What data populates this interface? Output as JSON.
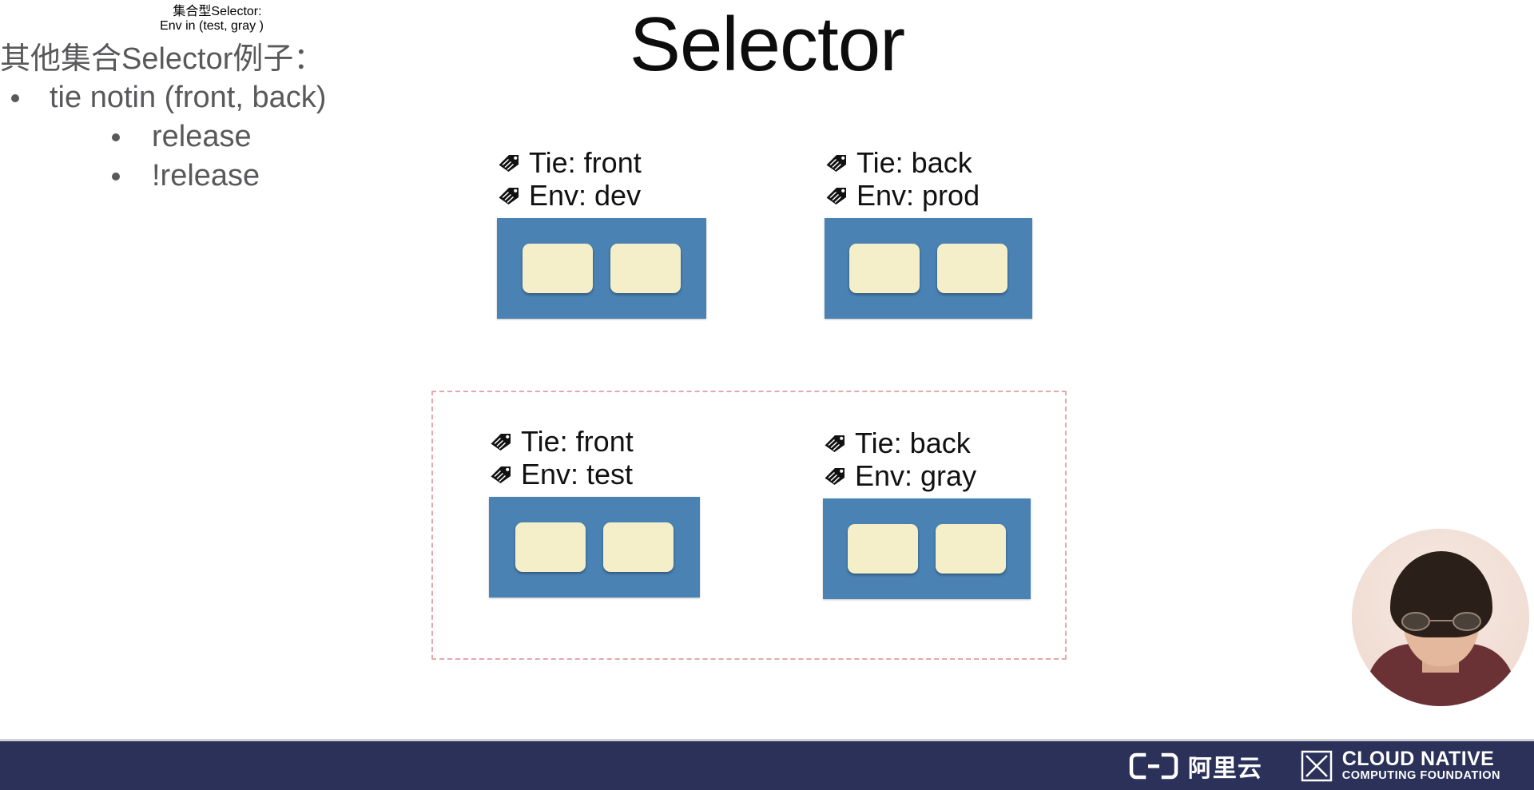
{
  "slide": {
    "title": "Selector",
    "background_color": "#ffffff",
    "text_color": "#59595b"
  },
  "left_panel": {
    "set_selector": {
      "heading": "集合型Selector:",
      "expression": "Env in (test, gray )"
    },
    "other_examples": {
      "heading": "其他集合Selector例子：",
      "bullets": [
        {
          "level": 1,
          "text": "tie notin (front, back)"
        },
        {
          "level": 2,
          "text": "release"
        },
        {
          "level": 2,
          "text": "!release"
        }
      ]
    }
  },
  "pod_groups": [
    {
      "id": "front-dev",
      "labels": [
        {
          "icon": "tag-icon",
          "text": "Tie: front"
        },
        {
          "icon": "tag-icon",
          "text": "Env: dev"
        }
      ],
      "box_color": "#4a82b4",
      "pod_color": "#f4efc8",
      "pod_count": 2,
      "highlighted": false
    },
    {
      "id": "back-prod",
      "labels": [
        {
          "icon": "tag-icon",
          "text": "Tie: back"
        },
        {
          "icon": "tag-icon",
          "text": "Env: prod"
        }
      ],
      "box_color": "#4a82b4",
      "pod_color": "#f4efc8",
      "pod_count": 2,
      "highlighted": false
    },
    {
      "id": "front-test",
      "labels": [
        {
          "icon": "tag-icon",
          "text": "Tie: front"
        },
        {
          "icon": "tag-icon",
          "text": "Env: test"
        }
      ],
      "box_color": "#4a82b4",
      "pod_color": "#f4efc8",
      "pod_count": 2,
      "highlighted": true
    },
    {
      "id": "back-gray",
      "labels": [
        {
          "icon": "tag-icon",
          "text": "Tie: back"
        },
        {
          "icon": "tag-icon",
          "text": "Env: gray"
        }
      ],
      "box_color": "#4a82b4",
      "pod_color": "#f4efc8",
      "pod_count": 2,
      "highlighted": true
    }
  ],
  "highlight_region": {
    "border_color": "#e4a8ab",
    "border_style": "dashed"
  },
  "webcam": {
    "shape": "circle",
    "description": "presenter-video"
  },
  "footer": {
    "background_color": "#2b3159",
    "logos": [
      {
        "id": "aliyun",
        "icon": "aliyun-mark-icon",
        "text": "阿里云"
      },
      {
        "id": "cncf",
        "icon": "cncf-mark-icon",
        "line1": "CLOUD NATIVE",
        "line2": "COMPUTING FOUNDATION"
      }
    ]
  }
}
